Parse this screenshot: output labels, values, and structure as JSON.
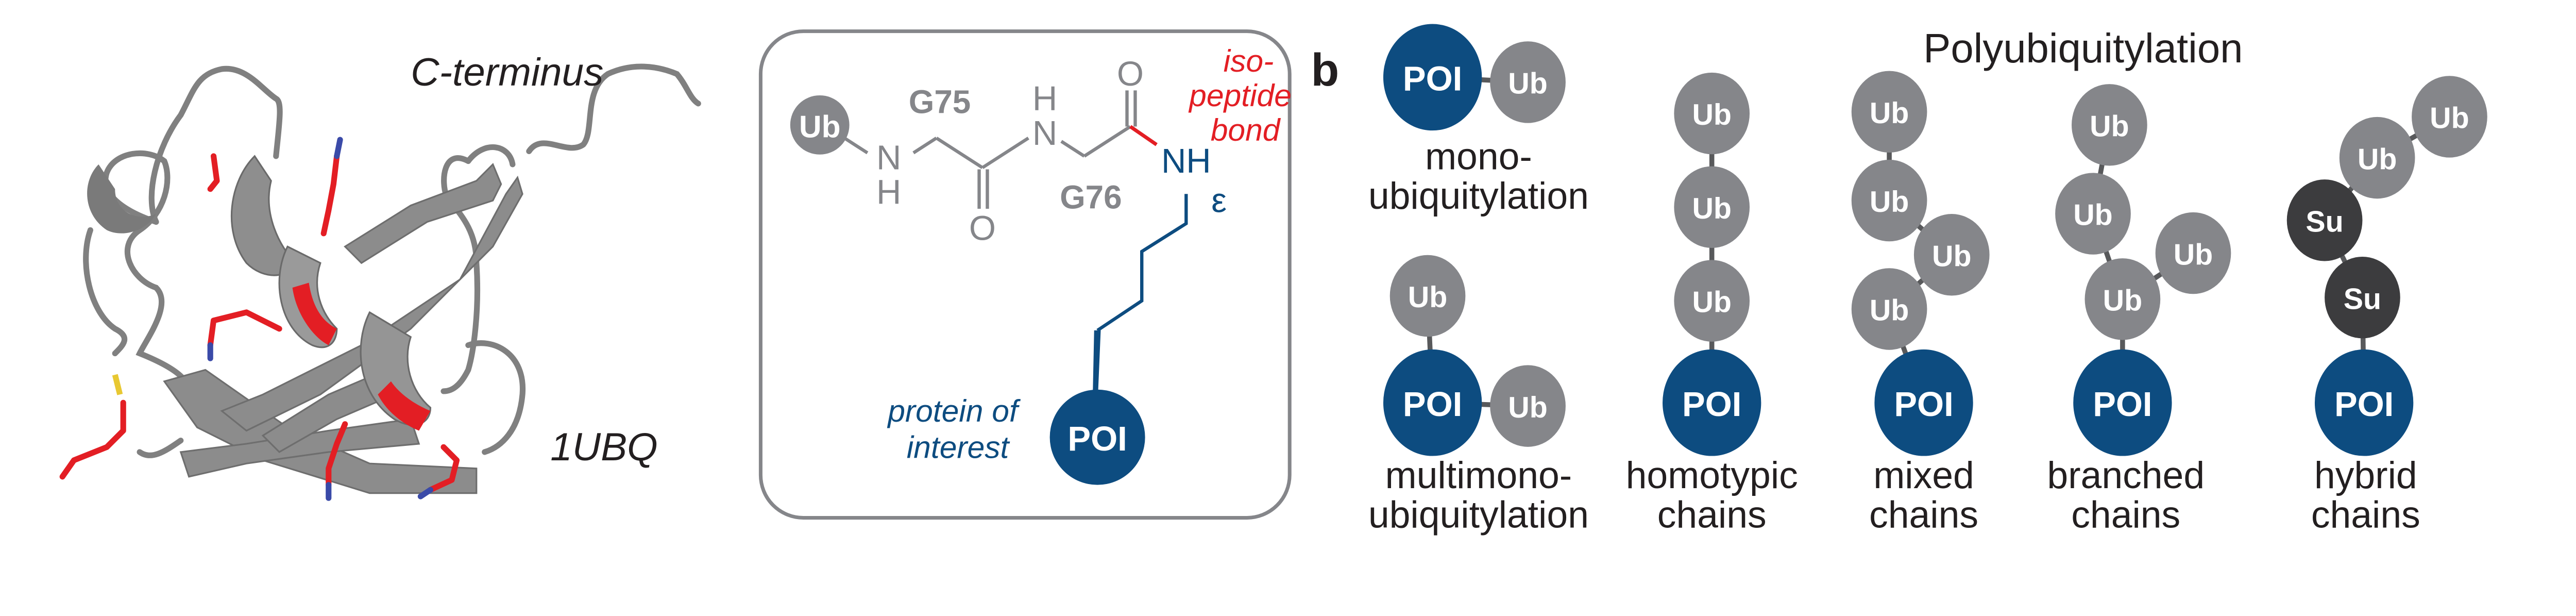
{
  "colors": {
    "poi": "#0d4c80",
    "ub": "#85868a",
    "su": "#3c3c3e",
    "isopeptide": "#e31e24",
    "chem_gray": "#85868a",
    "text": "#231f20",
    "box_border": "#85868a"
  },
  "panel_a": {
    "c_terminus_label": "C-terminus",
    "pdb_label": "1UBQ",
    "scheme": {
      "ub": "Ub",
      "g75": "G75",
      "g76": "G76",
      "n1": "N",
      "h1": "H",
      "n2": "N",
      "h2": "H",
      "o1": "O",
      "o2": "O",
      "nh": "NH",
      "epsilon": "ε",
      "poi": "POI",
      "isopeptide_lines": [
        "iso-",
        "peptide",
        "bond"
      ],
      "poi_caption_lines": [
        "protein of",
        "interest"
      ]
    }
  },
  "panel_b": {
    "panel_letter": "b",
    "poly_title": "Polyubiquitylation",
    "node_labels": {
      "poi": "POI",
      "ub": "Ub",
      "su": "Su"
    },
    "groups": [
      {
        "id": "mono",
        "lines": [
          "mono-",
          "ubiquitylation"
        ]
      },
      {
        "id": "multimono",
        "lines": [
          "multimono-",
          "ubiquitylation"
        ]
      },
      {
        "id": "homotypic",
        "lines": [
          "homotypic",
          "chains"
        ]
      },
      {
        "id": "mixed",
        "lines": [
          "mixed",
          "chains"
        ]
      },
      {
        "id": "branched",
        "lines": [
          "branched",
          "chains"
        ]
      },
      {
        "id": "hybrid",
        "lines": [
          "hybrid",
          "chains"
        ]
      }
    ]
  }
}
